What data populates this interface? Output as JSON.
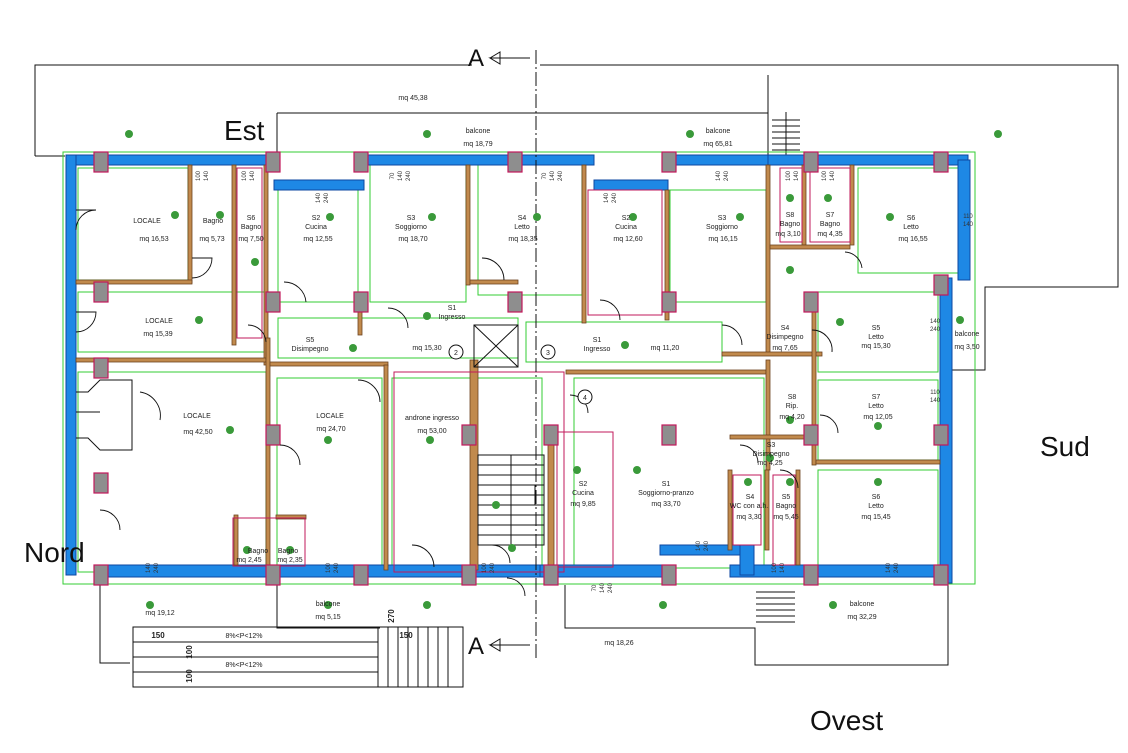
{
  "compass": {
    "north": "Nord",
    "south": "Sud",
    "east": "Est",
    "west": "Ovest"
  },
  "section_marks": [
    "A",
    "A"
  ],
  "circled_numbers": [
    "2",
    "3",
    "4"
  ],
  "rooms": {
    "balcony_top_left_area": "mq 45,38",
    "balcony_top_center": {
      "name": "balcone",
      "area": "mq 18,79"
    },
    "balcony_top_right": {
      "name": "balcone",
      "area": "mq 65,81"
    },
    "locale_nw": {
      "name": "LOCALE",
      "area": "mq 16,53"
    },
    "bagno_nw": {
      "name": "Bagno",
      "area": "mq 5,73"
    },
    "s6_bagno": {
      "code": "S6",
      "name": "Bagno",
      "area": "mq 7,50"
    },
    "s2_cucina_l": {
      "code": "S2",
      "name": "Cucina",
      "area": "mq 12,55"
    },
    "s3_soggiorno_l": {
      "code": "S3",
      "name": "Soggiorno",
      "area": "mq 18,70"
    },
    "s4_letto_l": {
      "code": "S4",
      "name": "Letto",
      "area": "mq 18,35"
    },
    "s2_cucina_r": {
      "code": "S2",
      "name": "Cucina",
      "area": "mq 12,60"
    },
    "s3_soggiorno_r": {
      "code": "S3",
      "name": "Soggiorno",
      "area": "mq 16,15"
    },
    "s8_bagno": {
      "code": "S8",
      "name": "Bagno",
      "area": "mq 3,10"
    },
    "s7_bagno": {
      "code": "S7",
      "name": "Bagno",
      "area": "mq 4,35"
    },
    "s6_letto_r": {
      "code": "S6",
      "name": "Letto",
      "area": "mq 16,55"
    },
    "locale_w": {
      "name": "LOCALE",
      "area": "mq 15,39"
    },
    "s1_ingresso_l": {
      "code": "S1",
      "name": "Ingresso"
    },
    "s5_disimpegno": {
      "code": "S5",
      "name": "Disimpegno",
      "area": "mq 15,30"
    },
    "s1_ingresso_r": {
      "code": "S1",
      "name": "Ingresso",
      "area": "mq 11,20"
    },
    "s4_disimpegno": {
      "code": "S4",
      "name": "Disimpegno",
      "area": "mq 7,65"
    },
    "s5_letto": {
      "code": "S5",
      "name": "Letto",
      "area": "mq 15,30"
    },
    "balcone_east": {
      "name": "balcone",
      "area": "mq 3,50"
    },
    "locale_big": {
      "name": "LOCALE",
      "area": "mq 42,50"
    },
    "locale_mid": {
      "name": "LOCALE",
      "area": "mq 24,70"
    },
    "androne": {
      "name": "androne ingresso",
      "area": "mq 53,00"
    },
    "s8_rip": {
      "code": "S8",
      "name": "Rip.",
      "area": "mq 4,20"
    },
    "s7_letto": {
      "code": "S7",
      "name": "Letto",
      "area": "mq 12,05"
    },
    "s3_disimpegno": {
      "code": "S3",
      "name": "Disimpegno",
      "area": "mq 4,25"
    },
    "s2_cucina_c": {
      "code": "S2",
      "name": "Cucina",
      "area": "mq 9,85"
    },
    "s1_soggiorno_pranzo": {
      "code": "S1",
      "name": "Soggiorno-pranzo",
      "area": "mq 33,70"
    },
    "s4_wc": {
      "code": "S4",
      "name": "WC con a.h.",
      "area": "mq 3,30"
    },
    "s5_bagno": {
      "code": "S5",
      "name": "Bagno",
      "area": "mq 5,45"
    },
    "s6_letto_se": {
      "code": "S6",
      "name": "Letto",
      "area": "mq 15,45"
    },
    "bagno_s1": {
      "name": "Bagno",
      "area": "mq 2,45"
    },
    "bagno_s2": {
      "name": "Bagno",
      "area": "mq 2,35"
    },
    "area_sw": "mq 19,12",
    "balcone_s": {
      "name": "balcone",
      "area": "mq 5,15"
    },
    "area_s": "mq 18,26",
    "balcone_se": {
      "name": "balcone",
      "area": "mq 32,29"
    }
  },
  "ramp": {
    "width_a": "150",
    "width_b": "150",
    "len_a": "100",
    "len_b": "100",
    "slope_1": "8%<P<12%",
    "slope_2": "8%<P<12%",
    "dim_270": "270"
  },
  "window_dims": {
    "d70": "70",
    "d100": "100",
    "d110": "110",
    "d140": "140",
    "d240": "240"
  },
  "colors": {
    "wall": "#1e88e5",
    "wall_dark": "#0d47a1",
    "partition": "#8d5a2b",
    "column": "#8e8e8e",
    "column_border": "#c2185b",
    "finish": "#33cc33",
    "marker": "#3a9a3a"
  }
}
